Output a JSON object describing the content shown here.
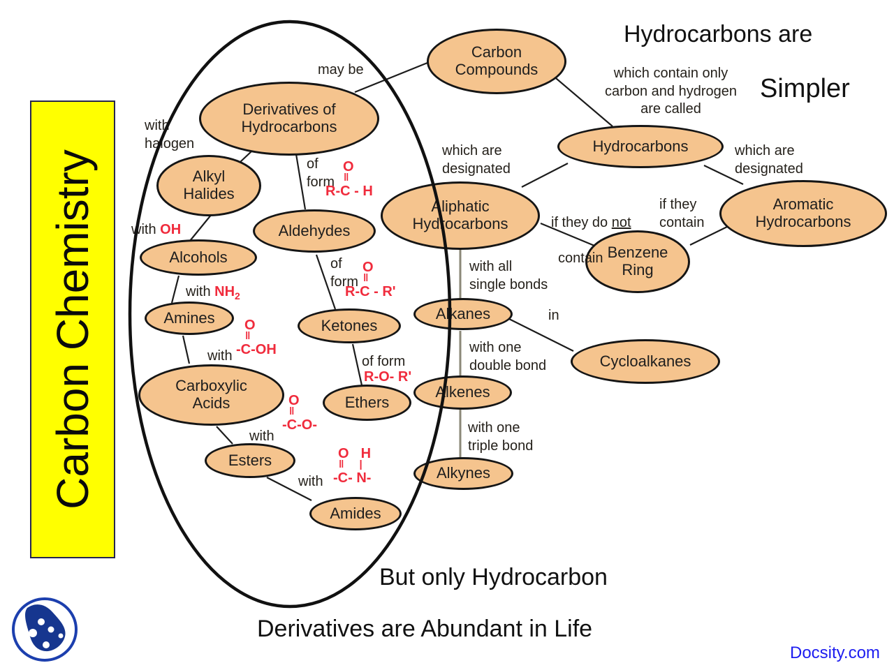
{
  "title_banner": {
    "text": "Carbon Chemistry"
  },
  "captions": {
    "hydrocarbons_are": "Hydrocarbons are",
    "simpler": "Simpler",
    "but_only": "But only Hydrocarbon",
    "derivatives_abundant": "Derivatives are Abundant in Life",
    "watermark": "Docsity.com"
  },
  "nodes": {
    "carbon_compounds": "Carbon Compounds",
    "derivatives": "Derivatives of Hydrocarbons",
    "alkyl_halides": "Alkyl Halides",
    "alcohols": "Alcohols",
    "amines": "Amines",
    "carboxylic_acids": "Carboxylic Acids",
    "esters": "Esters",
    "amides": "Amides",
    "aldehydes": "Aldehydes",
    "ketones": "Ketones",
    "ethers": "Ethers",
    "aliphatic": "Aliphatic Hydrocarbons",
    "hydrocarbons": "Hydrocarbons",
    "aromatic": "Aromatic Hydrocarbons",
    "benzene_ring": "Benzene Ring",
    "alkanes": "Alkanes",
    "cycloalkanes": "Cycloalkanes",
    "alkenes": "Alkenes",
    "alkynes": "Alkynes"
  },
  "edge_labels": {
    "may_be": "may be",
    "contain_only": "which contain only\ncarbon and hydrogen\nare called",
    "designated_left": "which are\ndesignated",
    "designated_right": "which are\ndesignated",
    "if_not_prefix": "if they do ",
    "if_not_underlined": "not",
    "if_not_line2": "contain",
    "if_contain": "if they\ncontain",
    "with_all_single": "with all\nsingle bonds",
    "in_ring": "in",
    "with_one_double": "with one\ndouble bond",
    "with_one_triple": "with one\ntriple bond",
    "with_halogen": "with\nhalogen",
    "with": "with",
    "of_form_two_line": "of\nform",
    "of_form_one_line": "of form"
  },
  "formulas": {
    "oh": "OH",
    "nh2_base": "NH",
    "nh2_sub": "2",
    "rch": {
      "o": "O",
      "bond": "‖",
      "main": "R-C - H"
    },
    "rcr": {
      "o": "O",
      "bond": "‖",
      "main": "R-C - R'"
    },
    "ror": "R-O- R'",
    "coh": {
      "o": "O",
      "bond": "‖",
      "main": "-C-OH"
    },
    "co": {
      "o": "O",
      "bond": "‖",
      "main": "-C-O-"
    },
    "cn": {
      "o": "O",
      "h": "H",
      "bond_double": "‖",
      "bond_single": "|",
      "main": "-C- N-"
    }
  },
  "colors": {
    "node_fill": "#f5c48e",
    "node_border": "#151515",
    "formula_red": "#f02b3c",
    "banner_yellow": "#ffff00",
    "watermark_blue": "#1d1df0",
    "logo_blue": "#16368f"
  }
}
